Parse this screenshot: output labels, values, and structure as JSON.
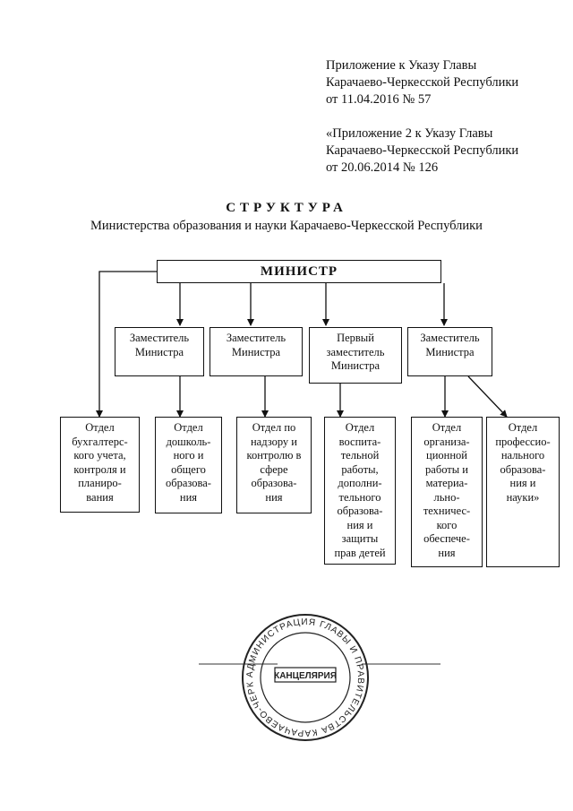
{
  "header": {
    "appendix_current": [
      "Приложение к Указу Главы",
      "Карачаево-Черкесской Республики",
      "от  11.04.2016  № 57"
    ],
    "appendix_previous": [
      "«Приложение 2 к Указу Главы",
      "Карачаево-Черкесской Республики",
      "от  20.06.2014  № 126"
    ]
  },
  "document": {
    "title": "СТРУКТУРА",
    "subtitle": "Министерства образования и науки Карачаево-Черкесской Республики"
  },
  "org_chart": {
    "minister": "МИНИСТР",
    "deputies": [
      {
        "id": "dep1",
        "lines": [
          "Заместитель",
          "Министра"
        ]
      },
      {
        "id": "dep2",
        "lines": [
          "Заместитель",
          "Министра"
        ]
      },
      {
        "id": "dep3",
        "lines": [
          "Первый",
          "заместитель",
          "Министра"
        ]
      },
      {
        "id": "dep4",
        "lines": [
          "Заместитель",
          "Министра"
        ]
      }
    ],
    "departments": [
      {
        "id": "accounting",
        "lines": [
          "Отдел",
          "бухгалтерс-",
          "кого учета,",
          "контроля и",
          "планиро-",
          "вания"
        ]
      },
      {
        "id": "preschool",
        "lines": [
          "Отдел",
          "дошколь-",
          "ного и",
          "общего",
          "образова-",
          "ния"
        ]
      },
      {
        "id": "supervision",
        "lines": [
          "Отдел по",
          "надзору и",
          "контролю в",
          "сфере",
          "образова-",
          "ния"
        ]
      },
      {
        "id": "upbringing",
        "lines": [
          "Отдел",
          "воспита-",
          "тельной",
          "работы,",
          "дополни-",
          "тельного",
          "образова-",
          "ния и",
          "защиты",
          "прав детей"
        ]
      },
      {
        "id": "organization",
        "lines": [
          "Отдел",
          "организа-",
          "ционной",
          "работы и",
          "материа-",
          "льно-",
          "техничес-",
          "кого",
          "обеспече-",
          "ния"
        ]
      },
      {
        "id": "professional",
        "lines": [
          "Отдел",
          "профессио-",
          "нального",
          "образова-",
          "ния и",
          "науки»"
        ]
      }
    ]
  },
  "stamp": {
    "center_label": "КАНЦЕЛЯРИЯ",
    "ring_text": "АДМИНИСТРАЦИЯ ГЛАВЫ И ПРАВИТЕЛЬСТВА КАРАЧАЕВО-ЧЕРКЕССКОЙ РЕСПУБЛИКИ"
  },
  "colors": {
    "ink": "#111111",
    "stamp_ink": "#222222",
    "background": "#ffffff"
  }
}
